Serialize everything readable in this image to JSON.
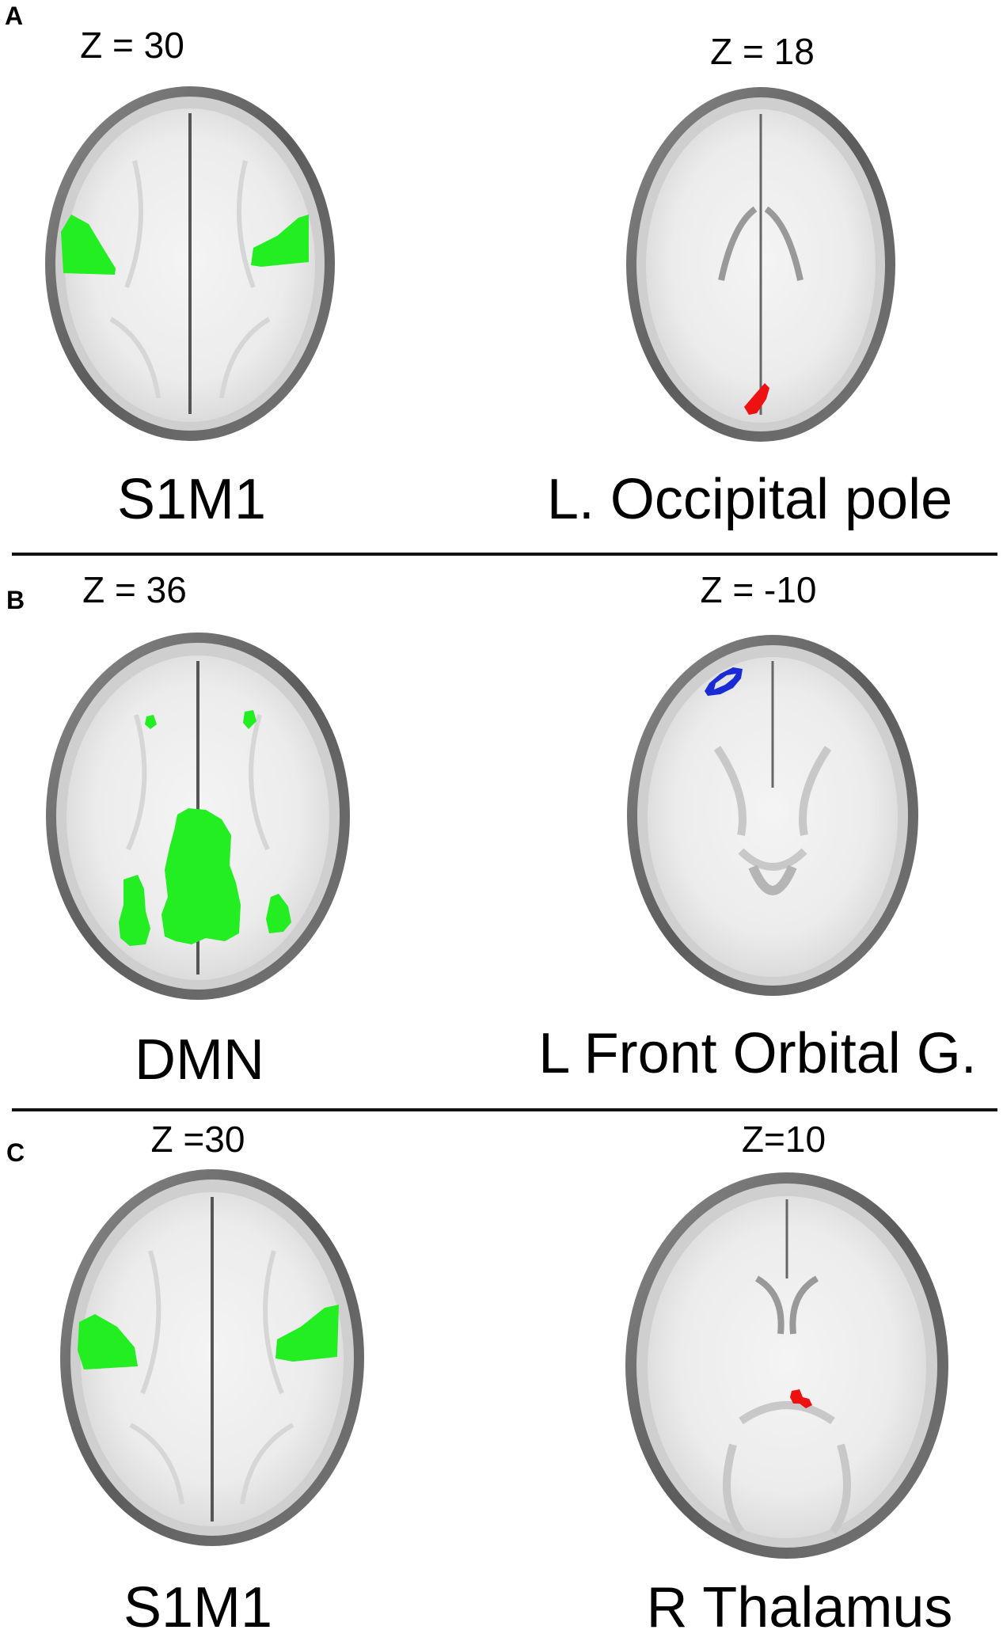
{
  "figure": {
    "panels": [
      {
        "letter": "A",
        "slices": [
          {
            "z_label": "Z = 30",
            "region": "S1M1",
            "overlay_color": "#22ee22",
            "overlay_desc": "bilateral sensorimotor clusters"
          },
          {
            "z_label": "Z = 18",
            "region": "L. Occipital pole",
            "overlay_color": "#ee1111",
            "overlay_desc": "occipital pole cluster"
          }
        ]
      },
      {
        "letter": "B",
        "slices": [
          {
            "z_label": "Z = 36",
            "region": "DMN",
            "overlay_color": "#22ee22",
            "overlay_desc": "default mode network clusters"
          },
          {
            "z_label": "Z = -10",
            "region": "L Front Orbital G.",
            "overlay_color": "#1a2bd6",
            "overlay_desc": "frontal orbital gyrus cluster"
          }
        ]
      },
      {
        "letter": "C",
        "slices": [
          {
            "z_label": "Z =30",
            "region": "S1M1",
            "overlay_color": "#22ee22",
            "overlay_desc": "bilateral sensorimotor clusters"
          },
          {
            "z_label": "Z=10",
            "region": "R Thalamus",
            "overlay_color": "#ee1111",
            "overlay_desc": "thalamus cluster"
          }
        ]
      }
    ]
  }
}
